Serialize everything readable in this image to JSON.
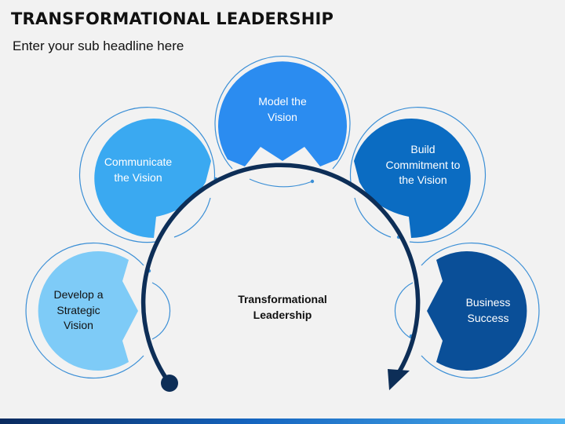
{
  "header": {
    "title": "TRANSFORMATIONAL LEADERSHIP",
    "subtitle": "Enter your sub headline here"
  },
  "center": {
    "label": "Transformational\nLeadership"
  },
  "nodes": [
    {
      "label": "Develop a\nStrategic\nVision",
      "color": "#7ecbf7"
    },
    {
      "label": "Communicate\nthe Vision",
      "color": "#3aa9f1"
    },
    {
      "label": "Model the\nVision",
      "color": "#2b8cf0"
    },
    {
      "label": "Build\nCommitment to\nthe Vision",
      "color": "#0b6cc2"
    },
    {
      "label": "Business\nSuccess",
      "color": "#0a4f98"
    }
  ],
  "colors": {
    "arc": "#0d2e57",
    "outline": "#3b8fd6",
    "background": "#f2f2f2"
  }
}
